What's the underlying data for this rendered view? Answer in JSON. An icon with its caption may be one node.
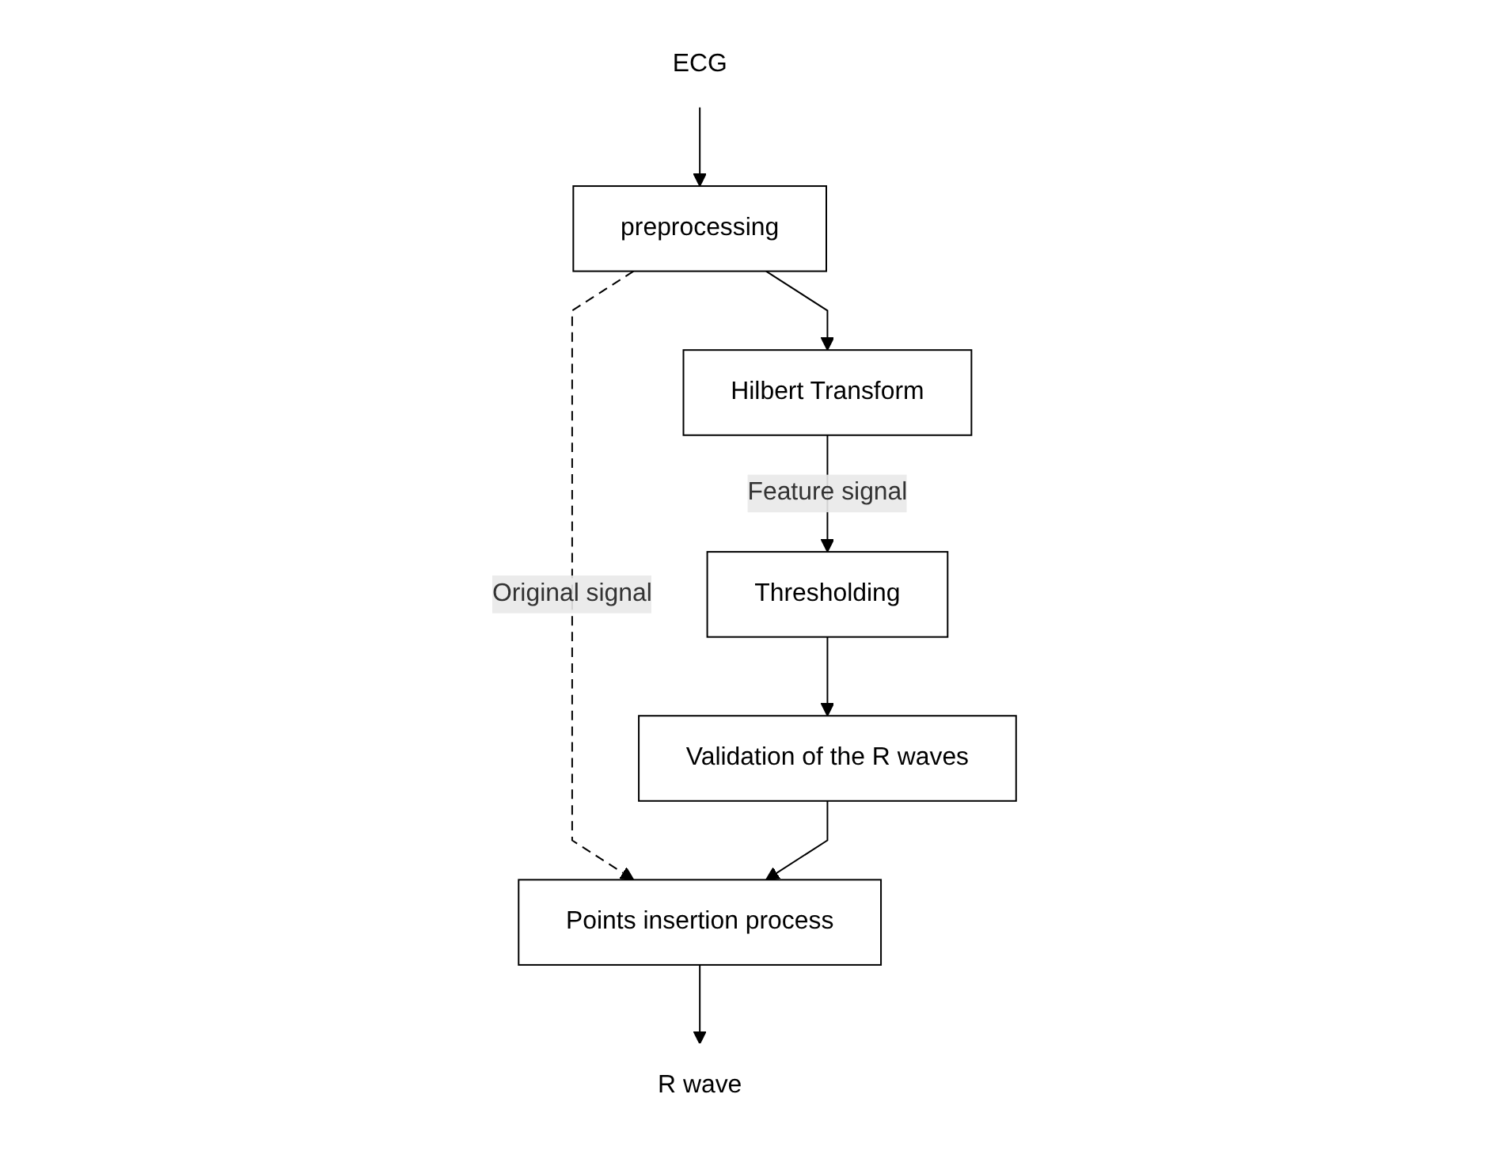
{
  "diagram": {
    "nodes": [
      {
        "text": [
          "ECG"
        ]
      },
      {
        "text": [
          "preprocessing"
        ]
      },
      {
        "text": [
          "Hilbert Transform"
        ]
      },
      {
        "text": [
          "Thresholding"
        ]
      },
      {
        "text": [
          "Validation of the R waves"
        ]
      },
      {
        "text": [
          "Points insertion process"
        ]
      },
      {
        "text": [
          "R wave"
        ]
      }
    ],
    "edges": [
      {
        "from": 0,
        "to": 1,
        "arrow": "to"
      },
      {
        "from": 1,
        "to": 2,
        "arrow": "to"
      },
      {
        "from": 1,
        "to": 5,
        "arrow": "to",
        "label": "Original signal",
        "style": "dashed"
      },
      {
        "from": 2,
        "to": 3,
        "arrow": "to",
        "label": "Feature signal"
      },
      {
        "from": 3,
        "to": 4,
        "arrow": "to"
      },
      {
        "from": 4,
        "to": 5,
        "arrow": "to"
      },
      {
        "from": 5,
        "to": 6,
        "arrow": "to"
      }
    ]
  }
}
